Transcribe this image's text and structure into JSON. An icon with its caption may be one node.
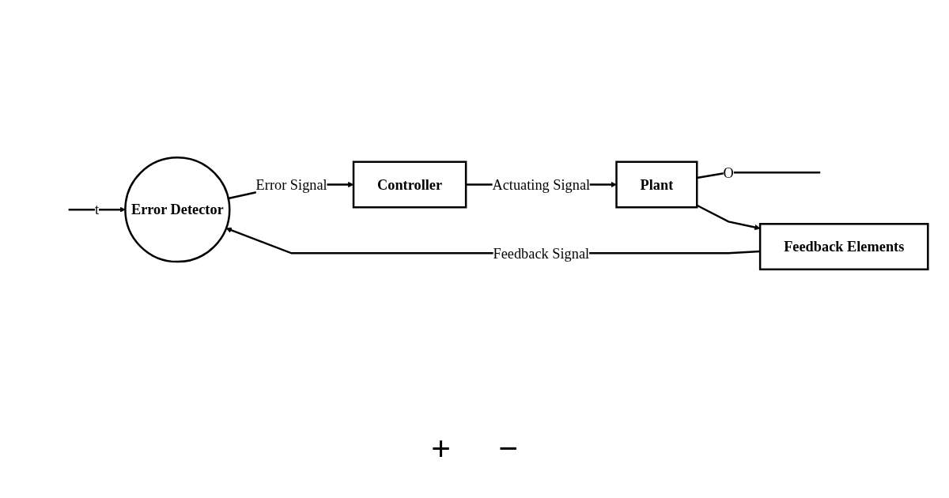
{
  "diagram": {
    "nodes": [
      {
        "text": [
          "Error Detector"
        ]
      },
      {
        "text": [
          "Controller"
        ]
      },
      {
        "text": [
          "Plant"
        ]
      },
      {
        "text": [
          "Feedback Elements"
        ]
      }
    ],
    "edges": [
      {
        "from": null,
        "to": 0,
        "arrow": "to",
        "label": "t"
      },
      {
        "from": 0,
        "to": 1,
        "arrow": "to",
        "label": "Error Signal"
      },
      {
        "from": 1,
        "to": 2,
        "arrow": "to",
        "label": "Actuating Signal"
      },
      {
        "from": 2,
        "to": null,
        "arrow": "none",
        "label": "O"
      },
      {
        "from": 2,
        "to": 3,
        "arrow": "to"
      },
      {
        "from": 3,
        "to": 0,
        "arrow": "to",
        "label": "Feedback Signal"
      }
    ],
    "labels": [
      "+",
      "−"
    ]
  }
}
